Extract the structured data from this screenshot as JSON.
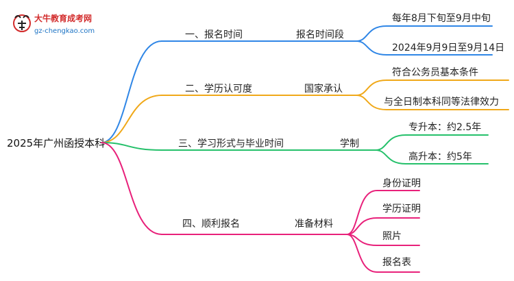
{
  "logo": {
    "icon": "bull-logo-icon",
    "title": "大牛教育成考网",
    "url_text": "gz-chengkao.com"
  },
  "root": {
    "label": "2025年广州函授本科"
  },
  "branches": [
    {
      "label": "一、报名时间",
      "sub": "报名时间段",
      "color": "#2f86e6",
      "leaves": [
        "每年8月下旬至9月中旬",
        "2024年9月9日至9月14日"
      ]
    },
    {
      "label": "二、学历认可度",
      "sub": "国家承认",
      "color": "#f0a818",
      "leaves": [
        "符合公务员基本条件",
        "与全日制本科同等法律效力"
      ]
    },
    {
      "label": "三、学习形式与毕业时间",
      "sub": "学制",
      "color": "#24c06a",
      "leaves": [
        "专升本：约2.5年",
        "高升本：约5年"
      ]
    },
    {
      "label": "四、顺利报名",
      "sub": "准备材料",
      "color": "#e8207a",
      "leaves": [
        "身份证明",
        "学历证明",
        "照片",
        "报名表"
      ]
    }
  ]
}
